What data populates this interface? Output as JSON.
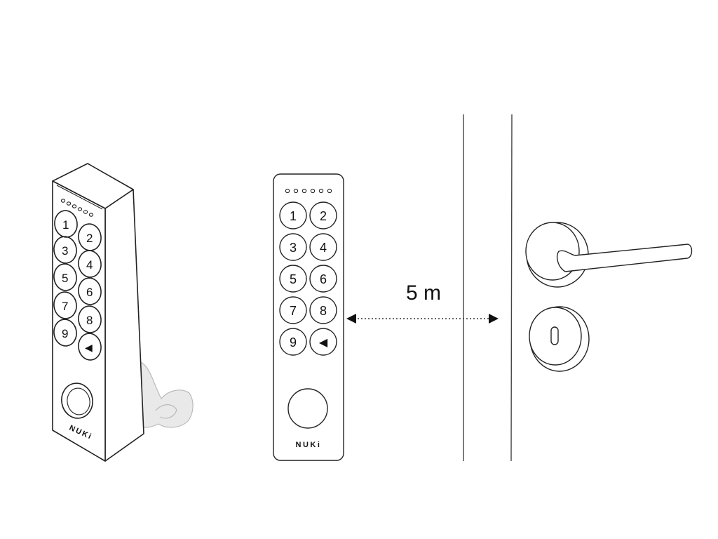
{
  "keypad": {
    "keys": [
      "1",
      "2",
      "3",
      "4",
      "5",
      "6",
      "7",
      "8",
      "9",
      "◀"
    ],
    "brand": "NUKi",
    "led_count": 6
  },
  "distance": {
    "label": "5 m"
  },
  "colors": {
    "line": "#222222",
    "background": "#ffffff",
    "dotted": "#333333"
  },
  "icons": [
    "fingerprint-sensor-icon",
    "door-handle-icon",
    "keyhole-icon",
    "hand-icon"
  ]
}
